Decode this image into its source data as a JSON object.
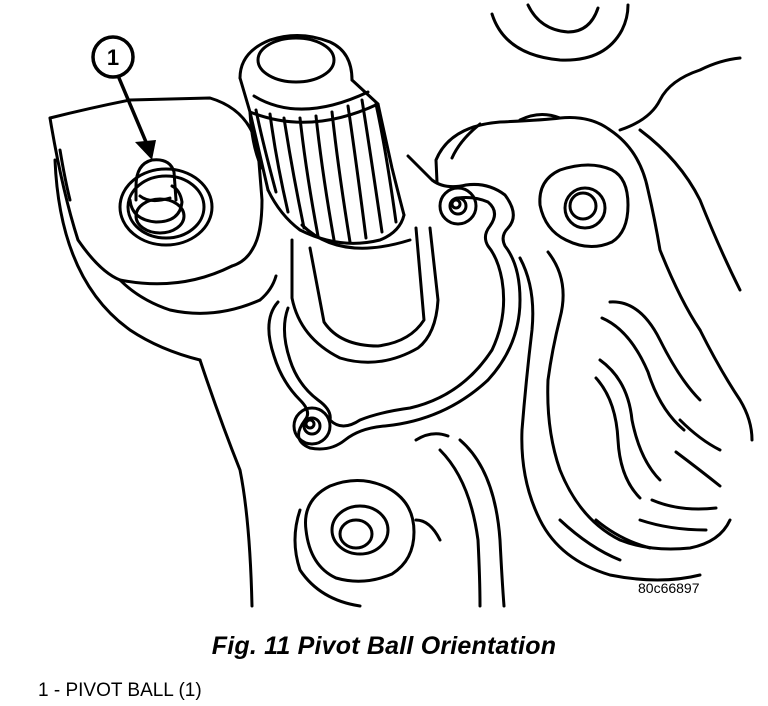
{
  "callouts": [
    {
      "number": "1"
    }
  ],
  "figure_ref": "80c66897",
  "caption": "Fig. 11 Pivot Ball Orientation",
  "legend": [
    {
      "text": "1 - PIVOT BALL (1)"
    }
  ]
}
